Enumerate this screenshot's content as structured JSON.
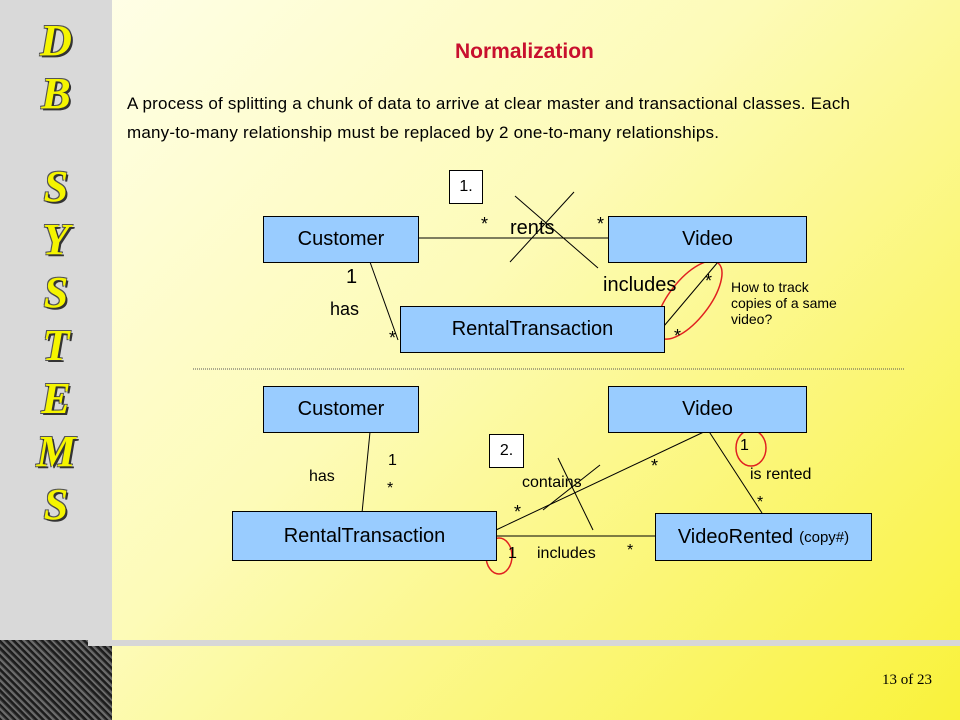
{
  "sidebar": {
    "logo_letters": [
      "D",
      "B",
      "S",
      "Y",
      "S",
      "T",
      "E",
      "M",
      "S"
    ]
  },
  "title": "Normalization",
  "intro": "A process of splitting a chunk of data to arrive at  clear master and transactional classes. Each many-to-many relationship must be replaced by 2 one-to-many relationships.",
  "diagram1": {
    "step": "1.",
    "customer": "Customer",
    "video": "Video",
    "rental_transaction": "RentalTransaction",
    "rel_rents": "rents",
    "rel_has": "has",
    "rel_includes": "includes",
    "mult_rents_customer": "*",
    "mult_rents_video": "*",
    "mult_has_customer": "1",
    "mult_has_rental": "*",
    "mult_includes_video": "*",
    "mult_includes_rental": "*",
    "note": "How to track copies of a same video?"
  },
  "diagram2": {
    "step": "2.",
    "customer": "Customer",
    "video": "Video",
    "rental_transaction": "RentalTransaction",
    "video_rented": "VideoRented",
    "video_rented_sub": "(copy#)",
    "rel_has": "has",
    "rel_contains": "contains",
    "rel_includes": "includes",
    "rel_is_rented": "is rented",
    "mult_has_customer": "1",
    "mult_has_rental": "*",
    "mult_contains_video": "*",
    "mult_contains_rental": "*",
    "mult_includes_rental": "1",
    "mult_includes_videorented": "*",
    "mult_isrented_video": "1",
    "mult_isrented_videorented": "*"
  },
  "footer": {
    "page": "13 of  23"
  },
  "colors": {
    "title": "#c8102e",
    "entity_fill": "#99ccff",
    "highlight": "#e02020",
    "logo": "#f5f500"
  }
}
